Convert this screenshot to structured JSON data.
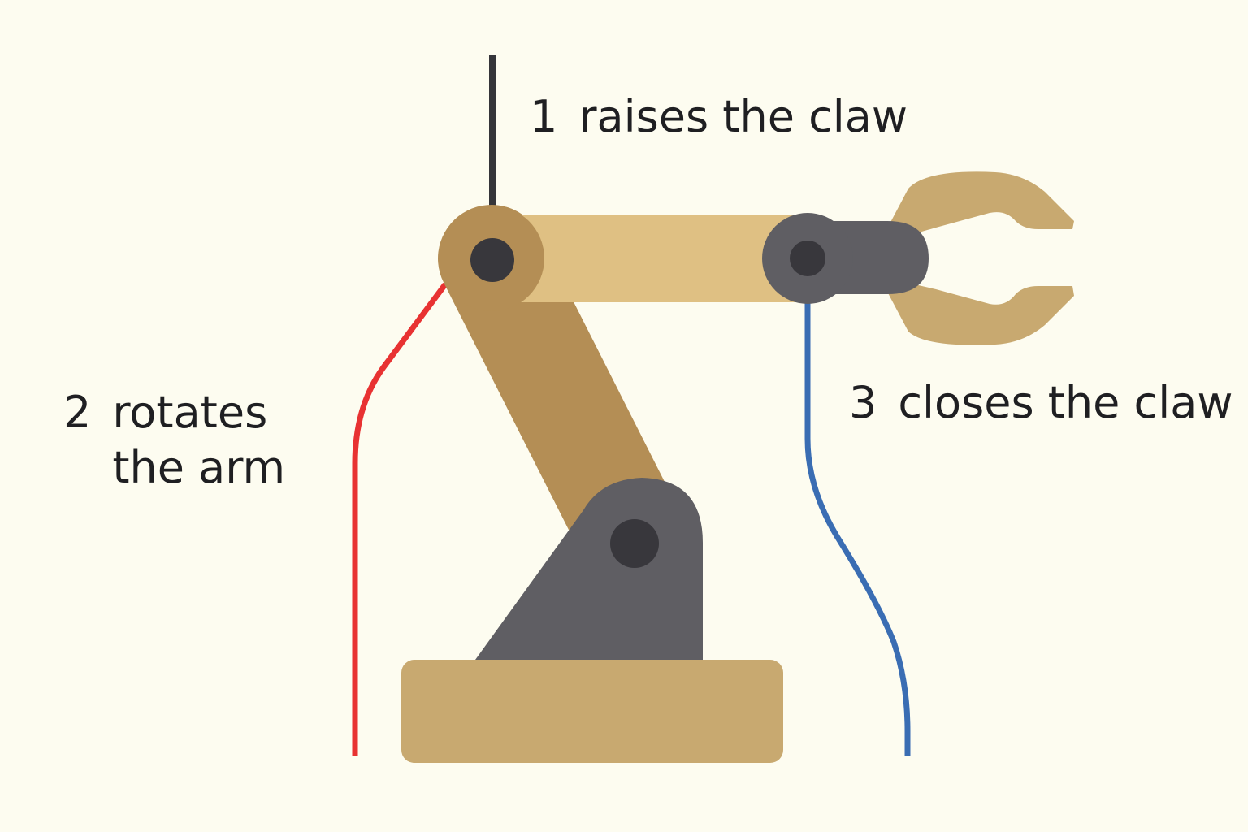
{
  "labels": [
    {
      "number": "1",
      "text": "raises the claw"
    },
    {
      "number": "2",
      "text": "rotates the arm"
    },
    {
      "number": "3",
      "text": "closes the claw"
    }
  ],
  "colors": {
    "background": "#fdfcf0",
    "wire_1": "#35353a",
    "wire_2": "#e83232",
    "wire_3": "#3a6db3",
    "arm_light": "#dfc083",
    "arm_dark": "#b48e55",
    "base": "#c8a970",
    "joint": "#5f5e63",
    "pin": "#38373c"
  }
}
